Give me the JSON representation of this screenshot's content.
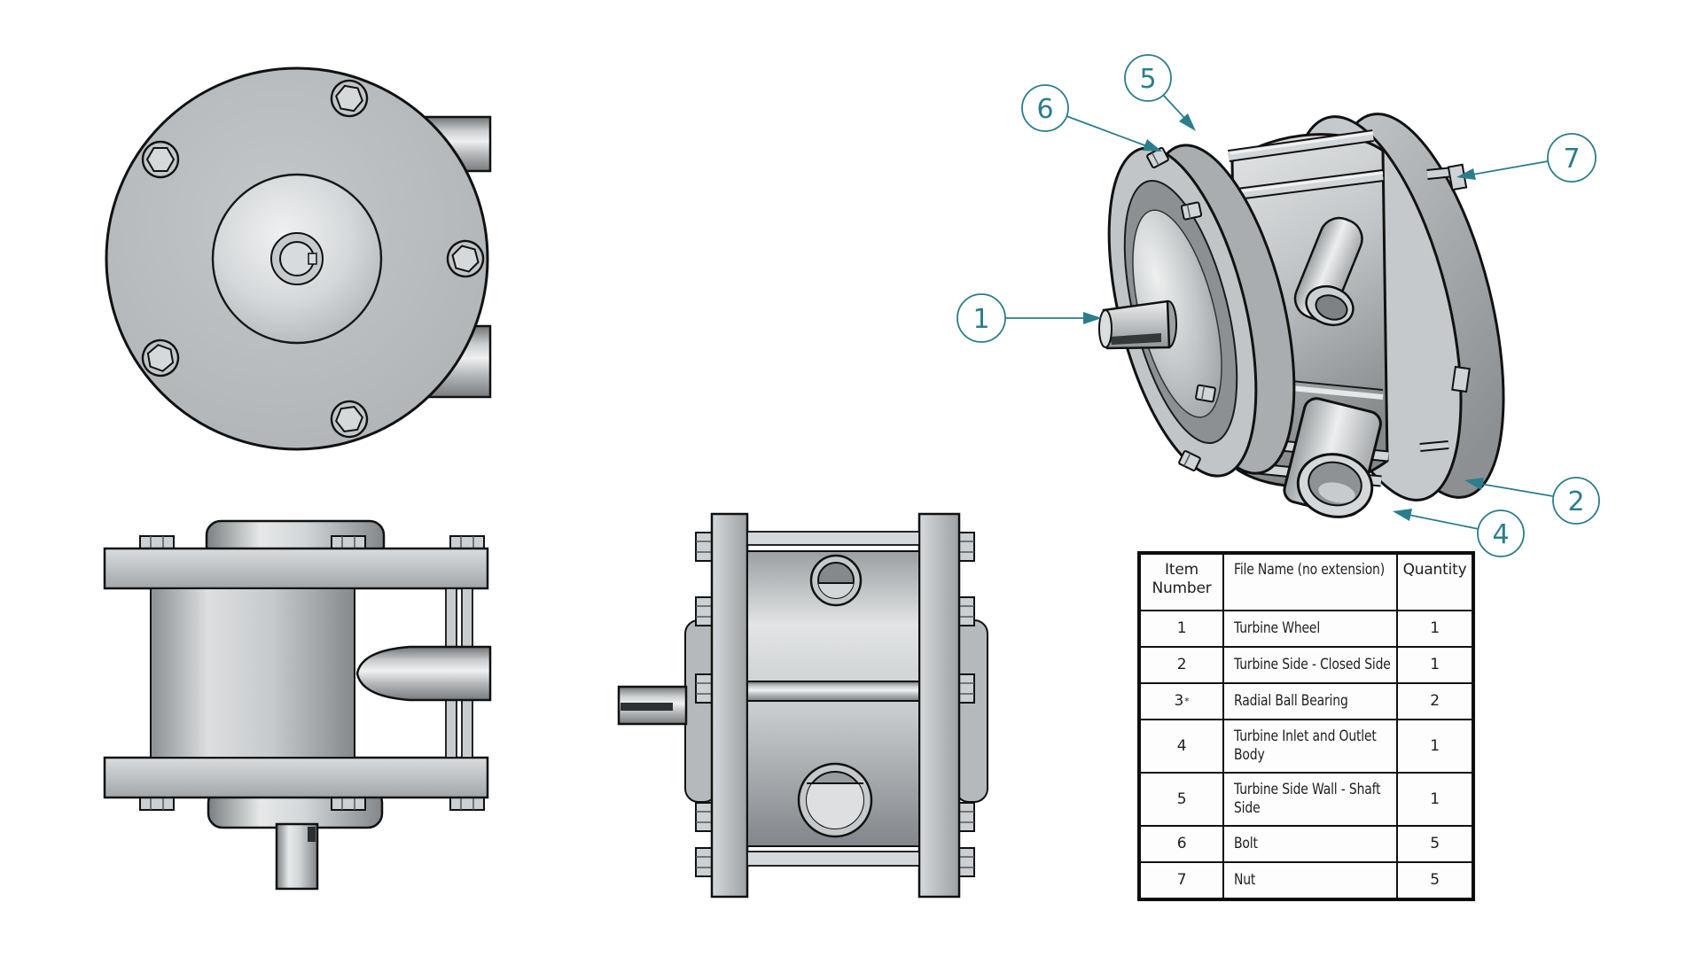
{
  "page": {
    "background": "#ffffff"
  },
  "colors": {
    "accent_teal": "#2b7d8c",
    "outline": "#121416",
    "metal_light": "#d9dcde",
    "metal_mid": "#b4b8ba",
    "metal_dark": "#8d9193"
  },
  "callouts": {
    "c1": {
      "number": "1"
    },
    "c2": {
      "number": "2"
    },
    "c4": {
      "number": "4"
    },
    "c5": {
      "number": "5"
    },
    "c6": {
      "number": "6"
    },
    "c7": {
      "number": "7"
    }
  },
  "table": {
    "headers": [
      "Item Number",
      "File Name (no extension)",
      "Quantity"
    ],
    "rows": [
      [
        "1",
        "Turbine Wheel",
        "1"
      ],
      [
        "2",
        "Turbine Side - Closed Side",
        "1"
      ],
      [
        "3*",
        "Radial Ball Bearing",
        "2"
      ],
      [
        "4",
        "Turbine Inlet and Outlet\nBody",
        "1"
      ],
      [
        "5",
        "Turbine Side Wall - Shaft\nSide",
        "1"
      ],
      [
        "6",
        "Bolt",
        "5"
      ],
      [
        "7",
        "Nut",
        "5"
      ]
    ]
  }
}
